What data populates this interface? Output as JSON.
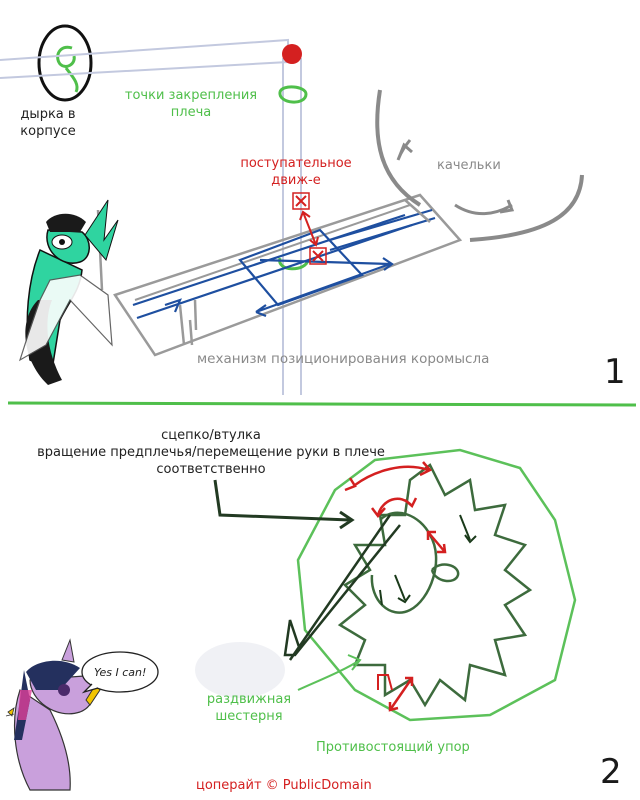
{
  "part1": {
    "hole_label": "дырка в\nкорпусе",
    "attach_label": "точки закрепления\nплеча",
    "translation_label": "поступательное\nдвиж-е",
    "swing_label": "качельки",
    "mechanism_label": "механизм позиционирования коромысла",
    "number": "1"
  },
  "part2": {
    "coupling_label": "сцепко/втулка\nвращение предплечья/перемещение руки в плече\nсоответственно",
    "gear_label": "раздвижная\nшестерня",
    "stop_label": "Противостоящий упор",
    "number": "2"
  },
  "balloon_text": "Yes I can!",
  "footer": "цоперайт © PublicDomain",
  "colors": {
    "green": "#4fbf4a",
    "red": "#d42020",
    "blue": "#1e4fa0",
    "gray": "#8a8a8a",
    "outline": "#c3c9df",
    "dark_green": "#2f5a2f"
  }
}
